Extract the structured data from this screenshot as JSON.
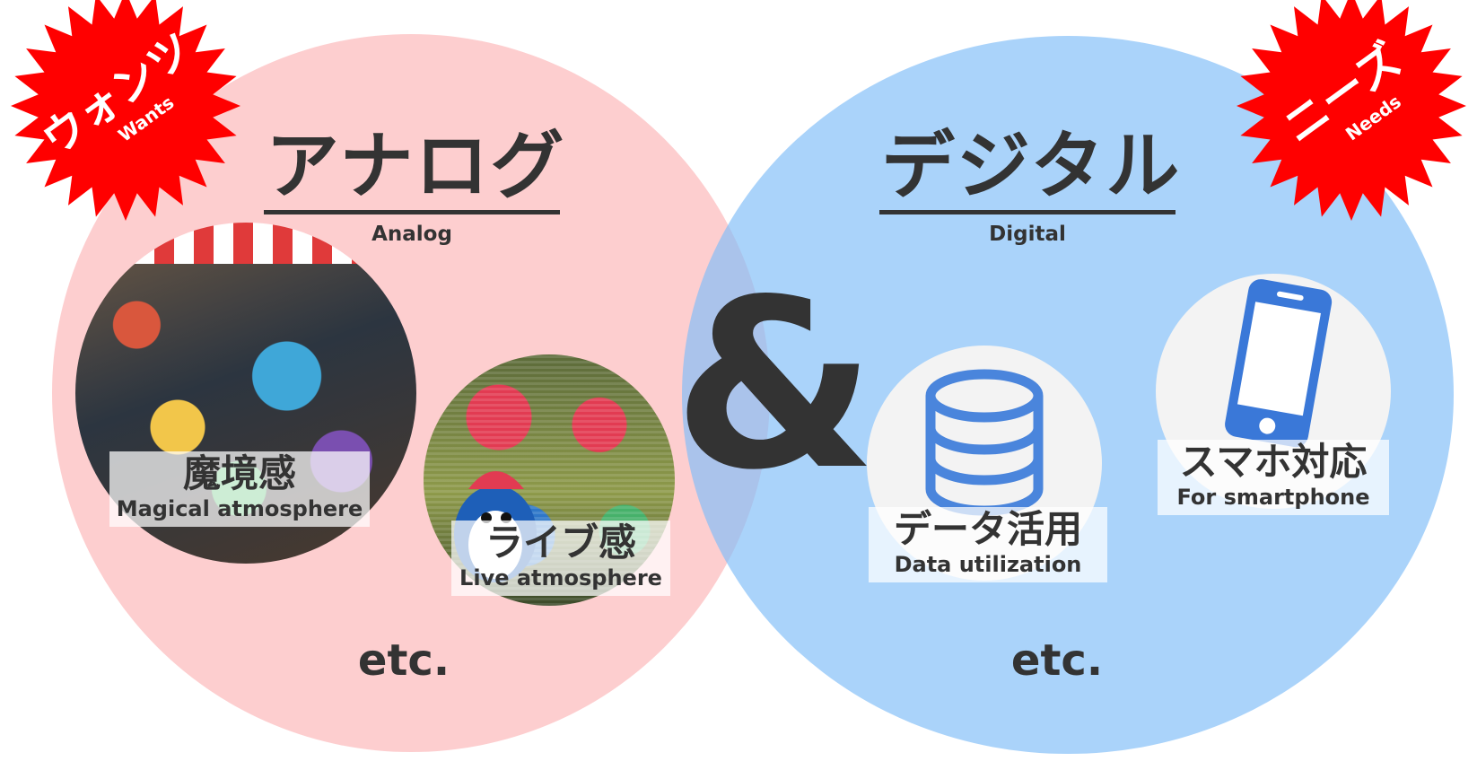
{
  "analog": {
    "title": "アナログ",
    "subtitle": "Analog",
    "badge": {
      "jp": "ウォンツ",
      "en": "Wants",
      "color": "#ff0000"
    },
    "items": [
      {
        "jp": "魔境感",
        "en": "Magical atmosphere"
      },
      {
        "jp": "ライブ感",
        "en": "Live atmosphere"
      }
    ],
    "etc": "etc.",
    "color": "#fcb0b2"
  },
  "connector": "&",
  "digital": {
    "title": "デジタル",
    "subtitle": "Digital",
    "badge": {
      "jp": "ニーズ",
      "en": "Needs",
      "color": "#ff0000"
    },
    "items": [
      {
        "jp": "データ活用",
        "en": "Data utilization",
        "icon": "database-icon"
      },
      {
        "jp": "スマホ対応",
        "en": "For smartphone",
        "icon": "smartphone-icon"
      }
    ],
    "etc": "etc.",
    "color": "#82bef8",
    "icon_color": "#3a78d8"
  }
}
